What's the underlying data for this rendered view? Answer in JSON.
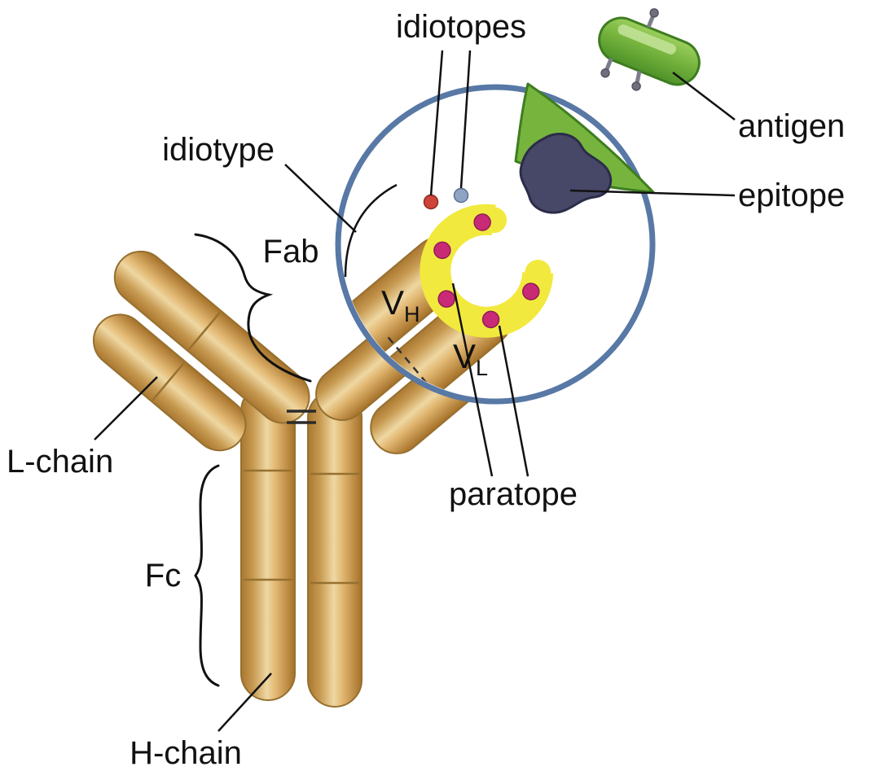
{
  "figure": {
    "type": "diagram",
    "subject": "antibody (immunoglobulin) structure with magnified antigen-binding site"
  },
  "labels": {
    "idiotopes": "idiotopes",
    "idiotype": "idiotype",
    "fab": "Fab",
    "l_chain": "L-chain",
    "fc": "Fc",
    "h_chain": "H-chain",
    "paratope": "paratope",
    "antigen": "antigen",
    "epitope": "epitope",
    "vh": {
      "main": "V",
      "sub": "H"
    },
    "vl": {
      "main": "V",
      "sub": "L"
    }
  },
  "colors": {
    "antibody_tan": "#d3a258",
    "antibody_highlight": "#eed7a2",
    "antibody_outline": "#96702f",
    "lens_ring": "#5878a5",
    "paratope_yellow": "#f2e93e",
    "idiotope_dot_magenta": "#c92a76",
    "idiotope_dot_red": "#cf4438",
    "idiotope_dot_blue": "#8fa3c2",
    "antigen_green": "#76b43e",
    "antigen_outline": "#3e7d20",
    "epitope_purple": "#474868",
    "label_text": "#111111"
  }
}
